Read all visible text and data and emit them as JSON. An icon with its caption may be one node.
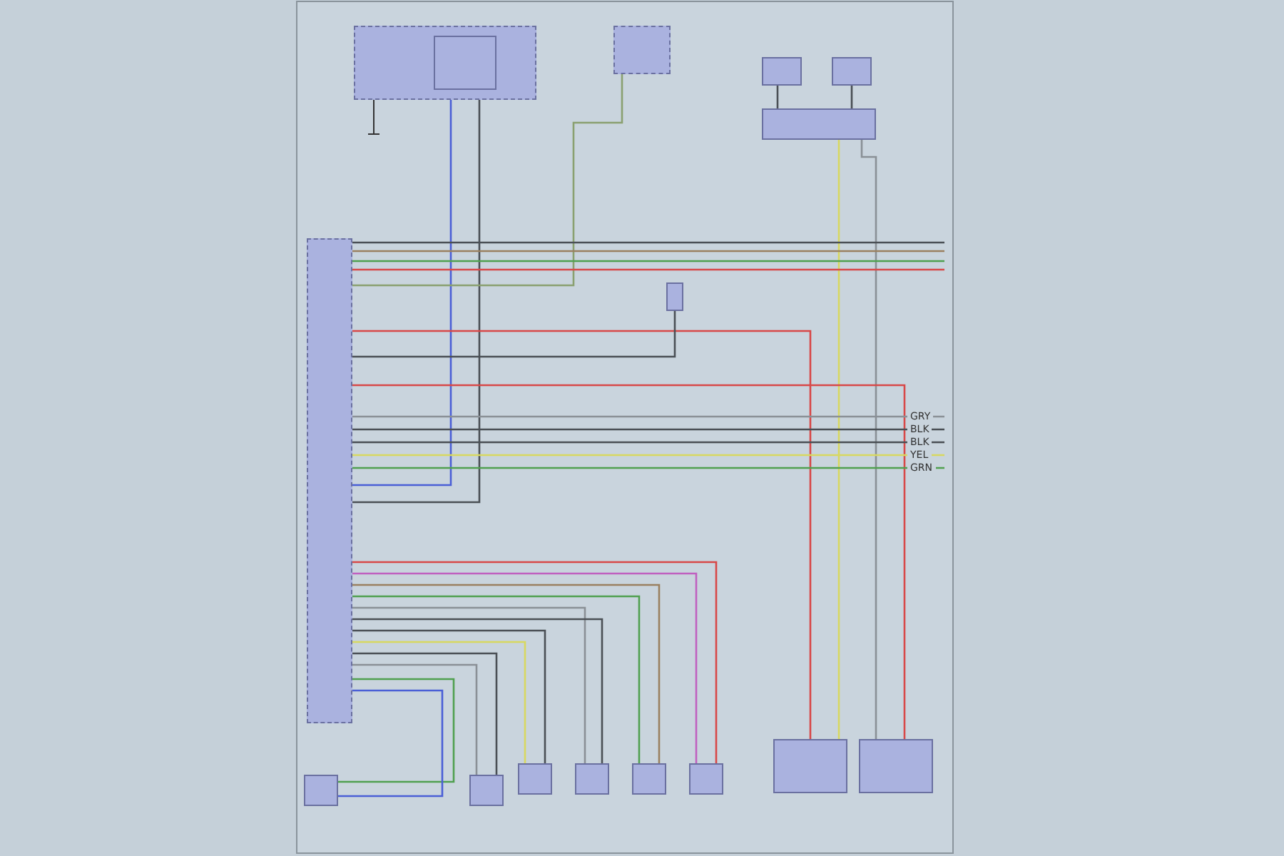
{
  "diagram": {
    "nodes": [
      {
        "text": [],
        "shape": "box"
      },
      {
        "text": [],
        "shape": "box",
        "in": 0
      },
      {
        "text": [],
        "shape": "box"
      },
      {
        "text": [],
        "shape": "box"
      },
      {
        "text": [],
        "shape": "box"
      },
      {
        "text": [],
        "shape": "box"
      },
      {
        "text": [],
        "shape": "box"
      },
      {
        "text": [],
        "shape": "box"
      },
      {
        "text": [],
        "shape": "box"
      },
      {
        "text": [],
        "shape": "box"
      },
      {
        "text": [],
        "shape": "box"
      },
      {
        "text": [],
        "shape": "box"
      },
      {
        "text": [],
        "shape": "box"
      },
      {
        "text": [],
        "shape": "box"
      },
      {
        "text": [],
        "shape": "box"
      },
      {
        "text": [],
        "shape": "box"
      }
    ],
    "edges": [
      {
        "from": 1,
        "to": 7,
        "arrow": "none",
        "color": "#4a5fd6"
      },
      {
        "from": 1,
        "to": 7,
        "arrow": "none"
      },
      {
        "from": 2,
        "to": 7,
        "arrow": "none",
        "color": "#8aa070"
      },
      {
        "from": 3,
        "to": 5,
        "arrow": "none"
      },
      {
        "from": 4,
        "to": 5,
        "arrow": "none"
      },
      {
        "from": 5,
        "to": 14,
        "arrow": "none",
        "color": "#d8d860"
      },
      {
        "from": 5,
        "to": 15,
        "arrow": "none",
        "color": "#8a9096"
      },
      {
        "from": 7,
        "to": 14,
        "arrow": "none",
        "color": "#d84848"
      },
      {
        "from": 7,
        "to": 15,
        "arrow": "none",
        "color": "#d84848"
      },
      {
        "from": 6,
        "to": 7,
        "arrow": "none"
      },
      {
        "from": 7,
        "to": null,
        "arrow": "none"
      },
      {
        "from": 7,
        "to": null,
        "arrow": "none",
        "color": "#9a8060"
      },
      {
        "from": 7,
        "to": null,
        "arrow": "none",
        "color": "#50a050"
      },
      {
        "from": 7,
        "to": null,
        "arrow": "none",
        "color": "#d84848"
      },
      {
        "from": 7,
        "to": null,
        "arrow": "none",
        "color": "#8a9096",
        "label": "GRY"
      },
      {
        "from": 7,
        "to": null,
        "arrow": "none",
        "label": "BLK"
      },
      {
        "from": 7,
        "to": null,
        "arrow": "none",
        "label": "BLK"
      },
      {
        "from": 7,
        "to": null,
        "arrow": "none",
        "color": "#d8d860",
        "label": "YEL"
      },
      {
        "from": 7,
        "to": null,
        "arrow": "none",
        "color": "#50a050",
        "label": "GRN"
      },
      {
        "from": 7,
        "to": 13,
        "arrow": "none",
        "color": "#d84848"
      },
      {
        "from": 7,
        "to": 13,
        "arrow": "none",
        "color": "#c060c0"
      },
      {
        "from": 7,
        "to": 12,
        "arrow": "none",
        "color": "#9a8060"
      },
      {
        "from": 7,
        "to": 12,
        "arrow": "none",
        "color": "#50a050"
      },
      {
        "from": 7,
        "to": 11,
        "arrow": "none",
        "color": "#8a9096"
      },
      {
        "from": 7,
        "to": 11,
        "arrow": "none"
      },
      {
        "from": 7,
        "to": 10,
        "arrow": "none"
      },
      {
        "from": 7,
        "to": 10,
        "arrow": "none",
        "color": "#d8d860"
      },
      {
        "from": 7,
        "to": 9,
        "arrow": "none"
      },
      {
        "from": 7,
        "to": 9,
        "arrow": "none",
        "color": "#8a9096"
      },
      {
        "from": 7,
        "to": 8,
        "arrow": "none",
        "color": "#50a050"
      },
      {
        "from": 7,
        "to": 8,
        "arrow": "none",
        "color": "#4a5fd6"
      }
    ]
  }
}
